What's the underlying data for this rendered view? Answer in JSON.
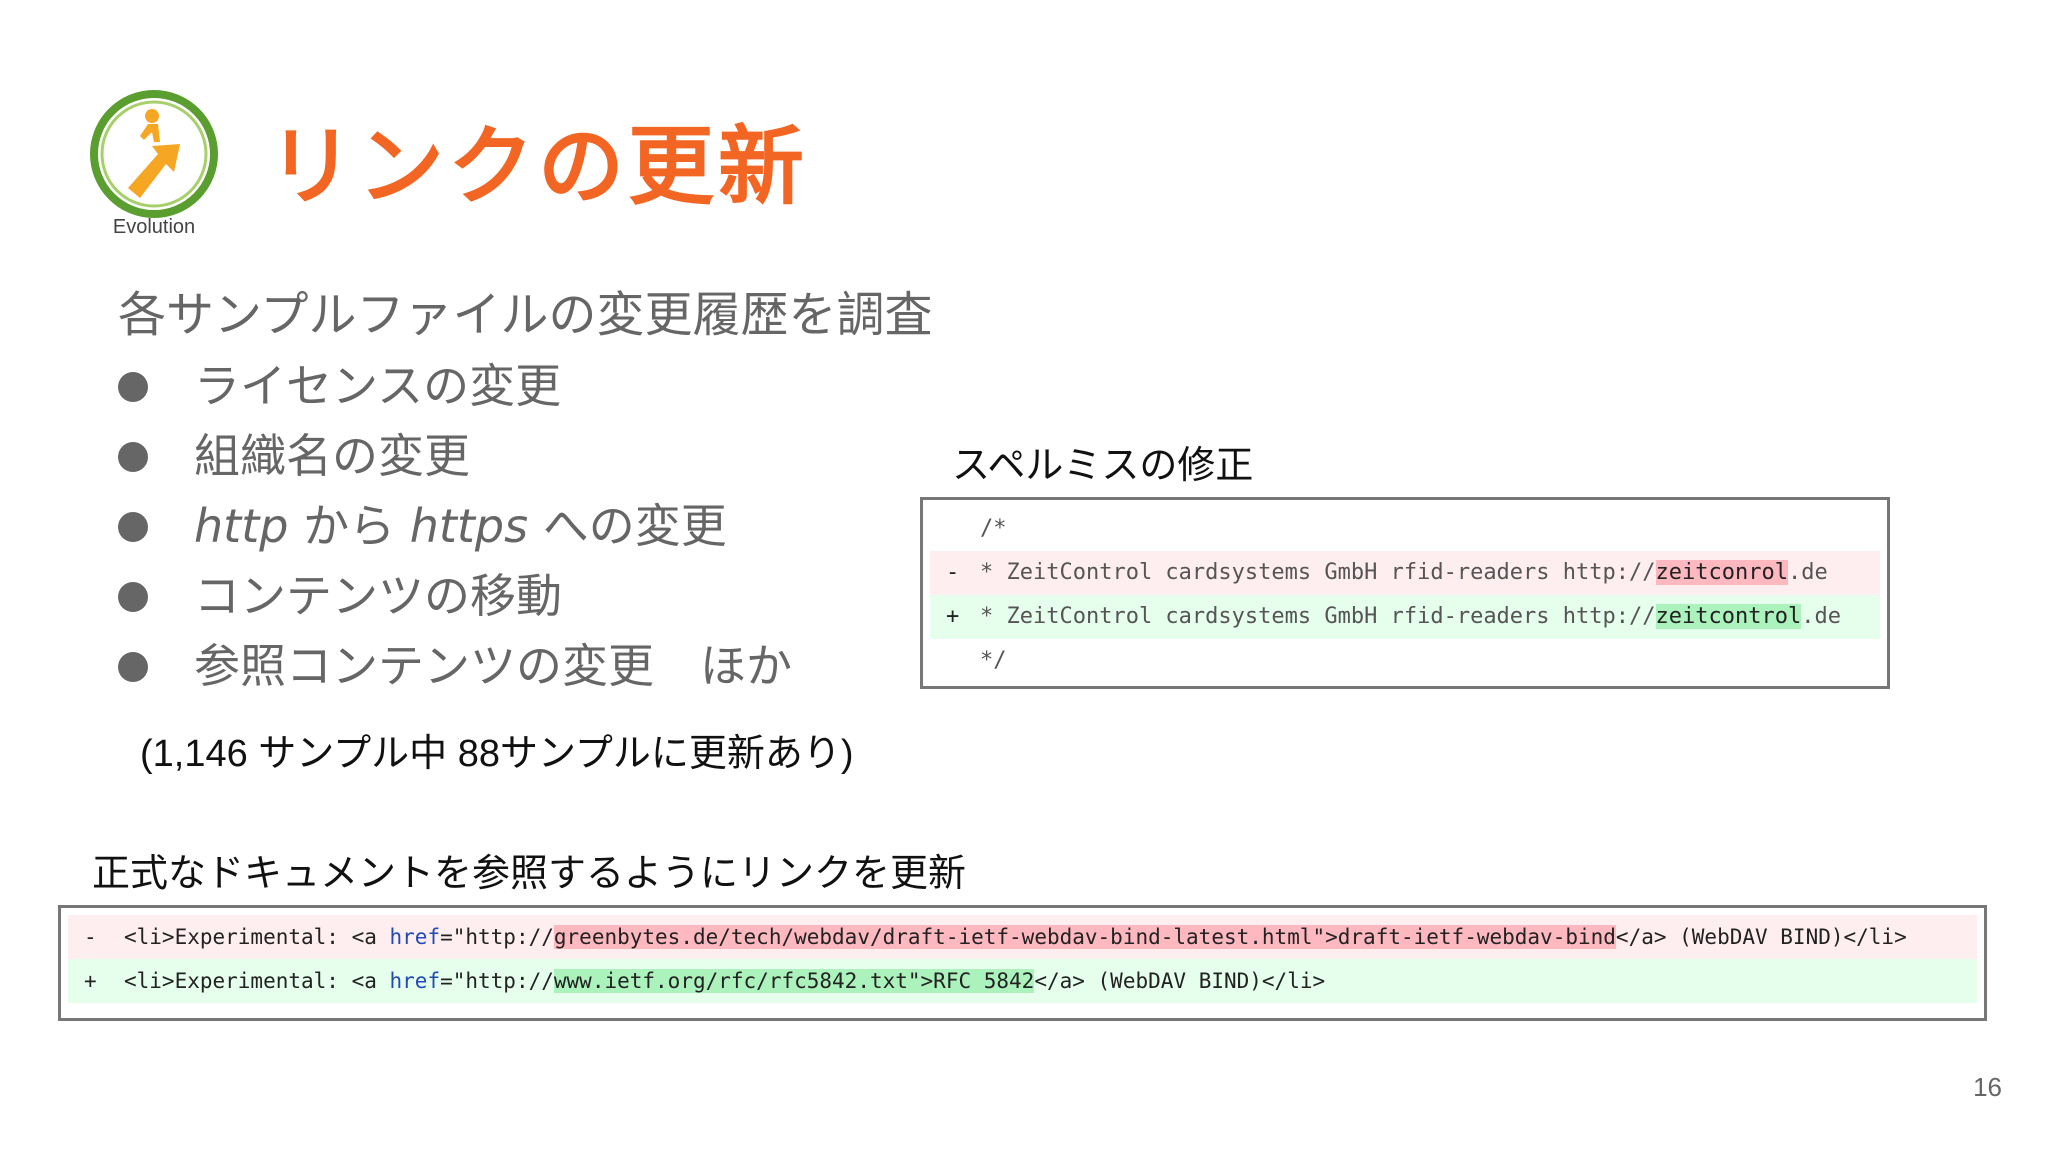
{
  "logo": {
    "caption": "Evolution"
  },
  "title": "リンクの更新",
  "intro": "各サンプルファイルの変更履歴を調査",
  "bullets": [
    "ライセンスの変更",
    "組織名の変更",
    "http から https への変更",
    "コンテンツの移動",
    "参照コンテンツの変更　ほか"
  ],
  "bullet_parts": {
    "http": "http",
    "from": "から",
    "https": "https",
    "to": "への変更"
  },
  "count_note": "(1,146 サンプル中 88サンプルに更新あり)",
  "spell_fix": {
    "heading": "スペルミスの修正",
    "line1": "/*",
    "del_mark": "-",
    "del_prefix": "* ZeitControl cardsystems GmbH rfid-readers http://",
    "del_highlight": "zeitconrol",
    "del_suffix": ".de",
    "add_mark": "+",
    "add_prefix": "* ZeitControl cardsystems GmbH rfid-readers http://",
    "add_highlight": "zeitcontrol",
    "add_suffix": ".de",
    "line4": "*/"
  },
  "link_update": {
    "heading": "正式なドキュメントを参照するようにリンクを更新",
    "del_mark": "-",
    "del_li": "<li>Experimental: <a ",
    "del_href": "href",
    "del_pre": "=\"http://",
    "del_hl": "greenbytes.de/tech/webdav/draft-ietf-webdav-bind-latest.html\">draft-ietf-webdav-bind",
    "del_post": "</a> (WebDAV BIND)</li>",
    "add_mark": "+",
    "add_li": "<li>Experimental: <a ",
    "add_href": "href",
    "add_pre": "=\"http://",
    "add_hl": "www.ietf.org/rfc/rfc5842.txt\">RFC 5842",
    "add_post": "</a> (WebDAV BIND)</li>"
  },
  "page_number": "16",
  "colors": {
    "title": "#f26522",
    "logo_ring": "#5a9e2f",
    "logo_figure": "#f5a623",
    "del_bg": "#ffeef0",
    "add_bg": "#e6ffed"
  }
}
